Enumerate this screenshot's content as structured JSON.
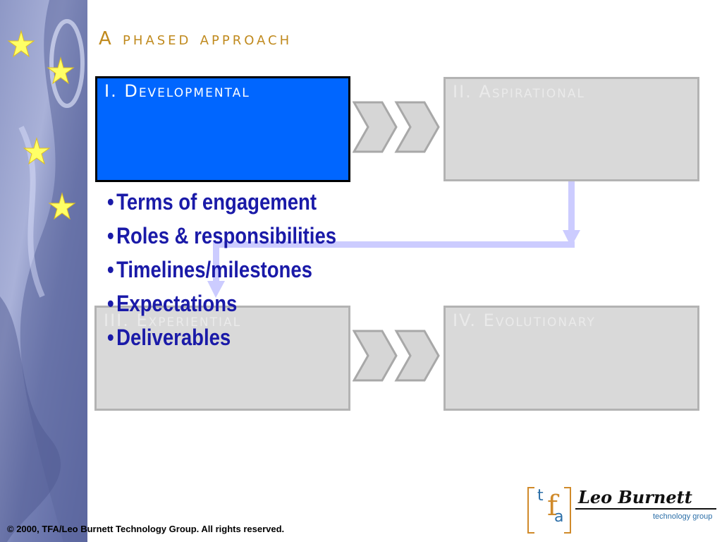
{
  "slide": {
    "title": "A phased approach",
    "footer": "© 2000, TFA/Leo Burnett Technology Group. All rights reserved."
  },
  "phases": [
    {
      "label": "I. Developmental",
      "state": "active"
    },
    {
      "label": "II. Aspirational",
      "state": "inactive"
    },
    {
      "label": "III. Experiential",
      "state": "inactive"
    },
    {
      "label": "IV. Evolutionary",
      "state": "inactive"
    }
  ],
  "bullets": [
    "Terms of engagement",
    "Roles & responsibilities",
    "Timelines/milestones",
    "Expectations",
    "Deliverables"
  ],
  "logo": {
    "tfa": "tfa",
    "brand": "Leo Burnett",
    "subtitle": "technology group"
  },
  "colors": {
    "title": "#c08a1e",
    "active_box": "#0066ff",
    "inactive_box": "#d9d9d9",
    "bullet_text": "#1a1aa8",
    "flow_arrow": "#ccccff"
  },
  "icons": [
    "star-icon",
    "chevron-right-icon",
    "flow-arrow-icon"
  ]
}
